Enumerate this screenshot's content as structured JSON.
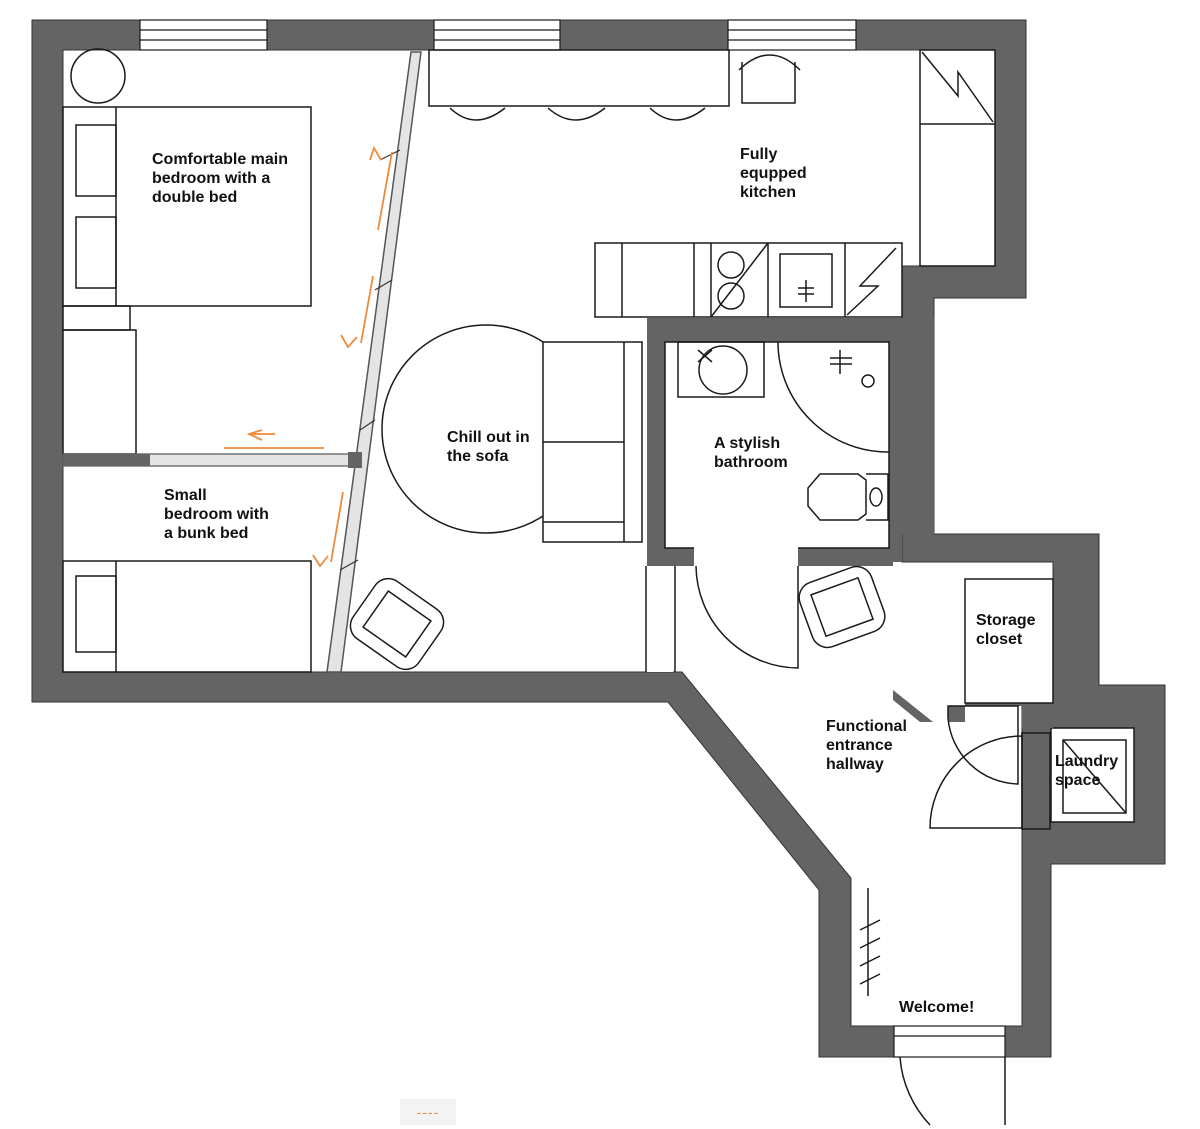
{
  "rooms": {
    "main_bedroom": [
      "Comfortable main",
      "bedroom with a",
      "double bed"
    ],
    "kitchen": [
      "Fully",
      "equpped",
      "kitchen"
    ],
    "living": [
      "Chill out in",
      "the sofa"
    ],
    "bathroom": [
      "A stylish",
      "bathroom"
    ],
    "small_bedroom": [
      "Small",
      "bedroom with",
      "a bunk bed"
    ],
    "storage": [
      "Storage",
      "closet"
    ],
    "hallway": [
      "Functional",
      "entrance",
      "hallway"
    ],
    "laundry": [
      "Laundry",
      "space"
    ],
    "entrance": "Welcome!"
  },
  "legend": {
    "text": "----"
  },
  "colors": {
    "wall": "#646464",
    "line": "#1a1a1a",
    "arrow": "#f08a3c",
    "glass": "#d9d9d9"
  }
}
